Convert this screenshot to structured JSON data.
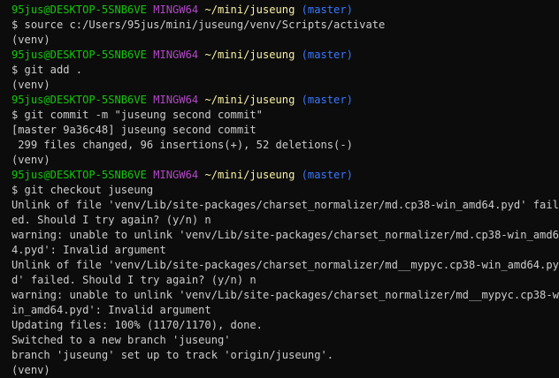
{
  "terminal": {
    "colors": {
      "background": "#0c0c0c",
      "text": "#cccccc",
      "user_host": "#16c60c",
      "env": "#b148c6",
      "path": "#f9f1a5",
      "branch": "#3b78ff"
    },
    "lines": [
      {
        "kind": "prompt",
        "user": "95jus@DESKTOP-5SNB6VE",
        "env": "MINGW64",
        "path": "~/mini/juseung",
        "branch": "(master)"
      },
      {
        "kind": "cmd",
        "text": "$ source c:/Users/95jus/mini/juseung/venv/Scripts/activate"
      },
      {
        "kind": "out",
        "text": "(venv)"
      },
      {
        "kind": "prompt",
        "user": "95jus@DESKTOP-5SNB6VE",
        "env": "MINGW64",
        "path": "~/mini/juseung",
        "branch": "(master)"
      },
      {
        "kind": "cmd",
        "text": "$ git add ."
      },
      {
        "kind": "out",
        "text": "(venv)"
      },
      {
        "kind": "prompt",
        "user": "95jus@DESKTOP-5SNB6VE",
        "env": "MINGW64",
        "path": "~/mini/juseung",
        "branch": "(master)"
      },
      {
        "kind": "cmd",
        "text": "$ git commit -m \"juseung second commit\""
      },
      {
        "kind": "out",
        "text": "[master 9a36c48] juseung second commit"
      },
      {
        "kind": "out",
        "text": " 299 files changed, 96 insertions(+), 52 deletions(-)"
      },
      {
        "kind": "out",
        "text": "(venv)"
      },
      {
        "kind": "prompt",
        "user": "95jus@DESKTOP-5SNB6VE",
        "env": "MINGW64",
        "path": "~/mini/juseung",
        "branch": "(master)"
      },
      {
        "kind": "cmd",
        "text": "$ git checkout juseung"
      },
      {
        "kind": "out",
        "text": "Unlink of file 'venv/Lib/site-packages/charset_normalizer/md.cp38-win_amd64.pyd' fail"
      },
      {
        "kind": "out",
        "text": "ed. Should I try again? (y/n) n"
      },
      {
        "kind": "out",
        "text": "warning: unable to unlink 'venv/Lib/site-packages/charset_normalizer/md.cp38-win_amd6"
      },
      {
        "kind": "out",
        "text": "4.pyd': Invalid argument"
      },
      {
        "kind": "out",
        "text": "Unlink of file 'venv/Lib/site-packages/charset_normalizer/md__mypyc.cp38-win_amd64.py"
      },
      {
        "kind": "out",
        "text": "d' failed. Should I try again? (y/n) n"
      },
      {
        "kind": "out",
        "text": "warning: unable to unlink 'venv/Lib/site-packages/charset_normalizer/md__mypyc.cp38-w"
      },
      {
        "kind": "out",
        "text": "in_amd64.pyd': Invalid argument"
      },
      {
        "kind": "out",
        "text": "Updating files: 100% (1170/1170), done."
      },
      {
        "kind": "out",
        "text": "Switched to a new branch 'juseung'"
      },
      {
        "kind": "out",
        "text": "branch 'juseung' set up to track 'origin/juseung'."
      },
      {
        "kind": "out",
        "text": "(venv)"
      }
    ]
  }
}
